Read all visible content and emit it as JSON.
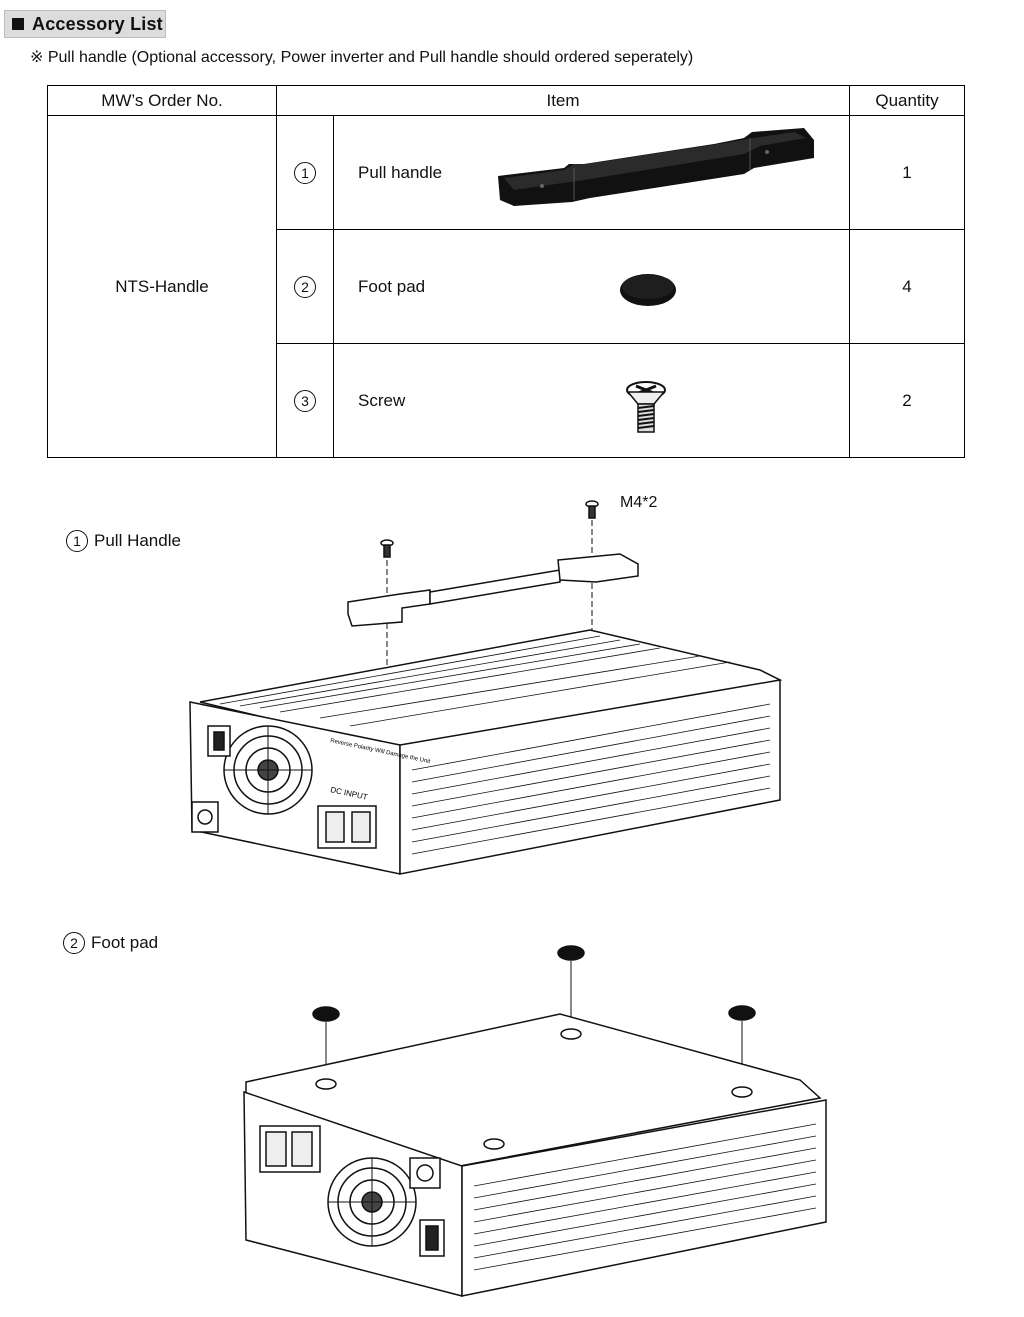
{
  "section_title": "Accessory List",
  "note": "※ Pull handle (Optional accessory, Power inverter and Pull handle should ordered seperately)",
  "table": {
    "headers": {
      "order_no": "MW’s  Order  No.",
      "item": "Item",
      "quantity": "Quantity"
    },
    "order_no": "NTS-Handle",
    "rows": [
      {
        "num": "1",
        "name": "Pull handle",
        "qty": "1",
        "icon": "pull-handle-icon"
      },
      {
        "num": "2",
        "name": "Foot pad",
        "qty": "4",
        "icon": "foot-pad-icon"
      },
      {
        "num": "3",
        "name": "Screw",
        "qty": "2",
        "icon": "screw-icon"
      }
    ]
  },
  "diagrams": [
    {
      "num": "1",
      "caption": "Pull Handle",
      "screw_label": "M4*2"
    },
    {
      "num": "2",
      "caption": "Foot pad"
    }
  ],
  "device_labels": {
    "dc_input": "DC INPUT",
    "warning": "Reverse Polarity Will Damage the Unit"
  }
}
